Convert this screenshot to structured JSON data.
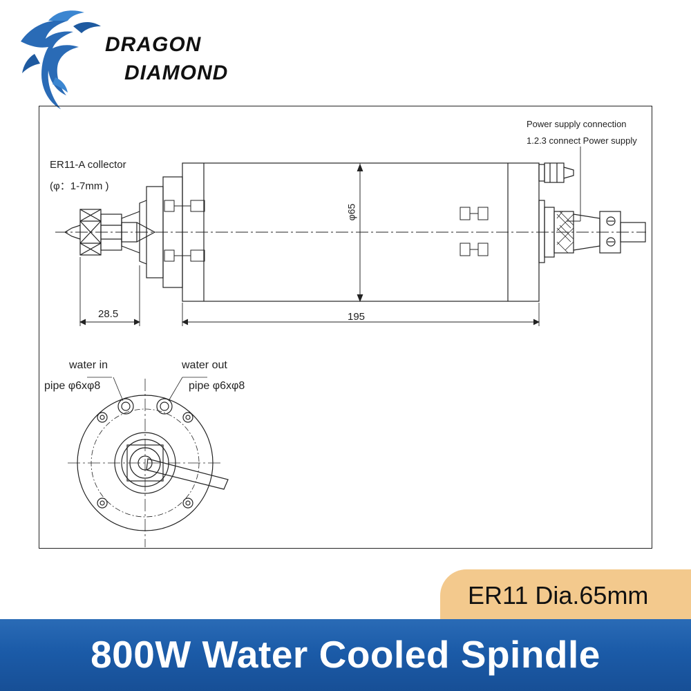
{
  "brand": {
    "line1": "DRAGON",
    "line2": "DIAMOND",
    "logo_icon": "dragon-logo-icon"
  },
  "drawing": {
    "collector_label": "ER11-A collector",
    "collector_range": "(φ：1-7mm )",
    "power_label_1": "Power supply connection",
    "power_label_2": "1.2.3 connect Power supply",
    "diameter_label": "φ65",
    "dim_nose": "28.5",
    "dim_body": "195",
    "water_in": "water in",
    "water_in_pipe": "pipe φ6xφ8",
    "water_out": "water out",
    "water_out_pipe": "pipe φ6xφ8"
  },
  "badge": {
    "text": "ER11 Dia.65mm",
    "color": "#f3c98d"
  },
  "banner": {
    "title": "800W Water Cooled Spindle",
    "color": "#1b5ba8"
  }
}
